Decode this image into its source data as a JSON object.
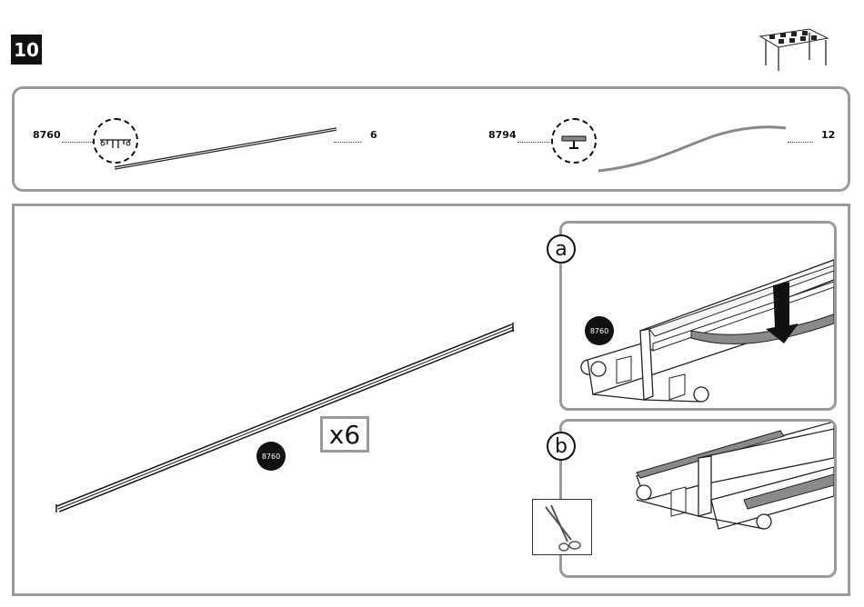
{
  "header": {
    "step_number": "10"
  },
  "parts_list": [
    {
      "part_number": "8760",
      "quantity": "6"
    },
    {
      "part_number": "8794",
      "quantity": "12"
    }
  ],
  "main": {
    "rail_part_number": "8760",
    "count_label": "x6",
    "panel_a": {
      "letter": "a",
      "part_number": "8760"
    },
    "panel_b": {
      "letter": "b"
    }
  },
  "icons": [
    "pergola-thumbnail-icon",
    "rail-profile-icon",
    "seal-profile-icon",
    "push-arrow-icon",
    "scissors-icon"
  ]
}
